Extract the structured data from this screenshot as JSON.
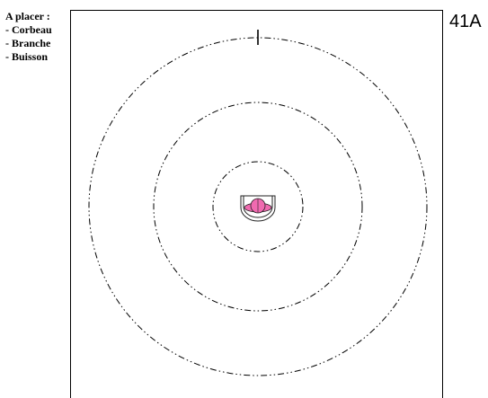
{
  "legend": {
    "title": "A placer :",
    "items": [
      "- Corbeau",
      "- Branche",
      "- Buisson"
    ]
  },
  "plan": {
    "id": "41A",
    "ring_color": "#000000",
    "target_fill": "#f06ab0",
    "target_outline": "#222222"
  }
}
